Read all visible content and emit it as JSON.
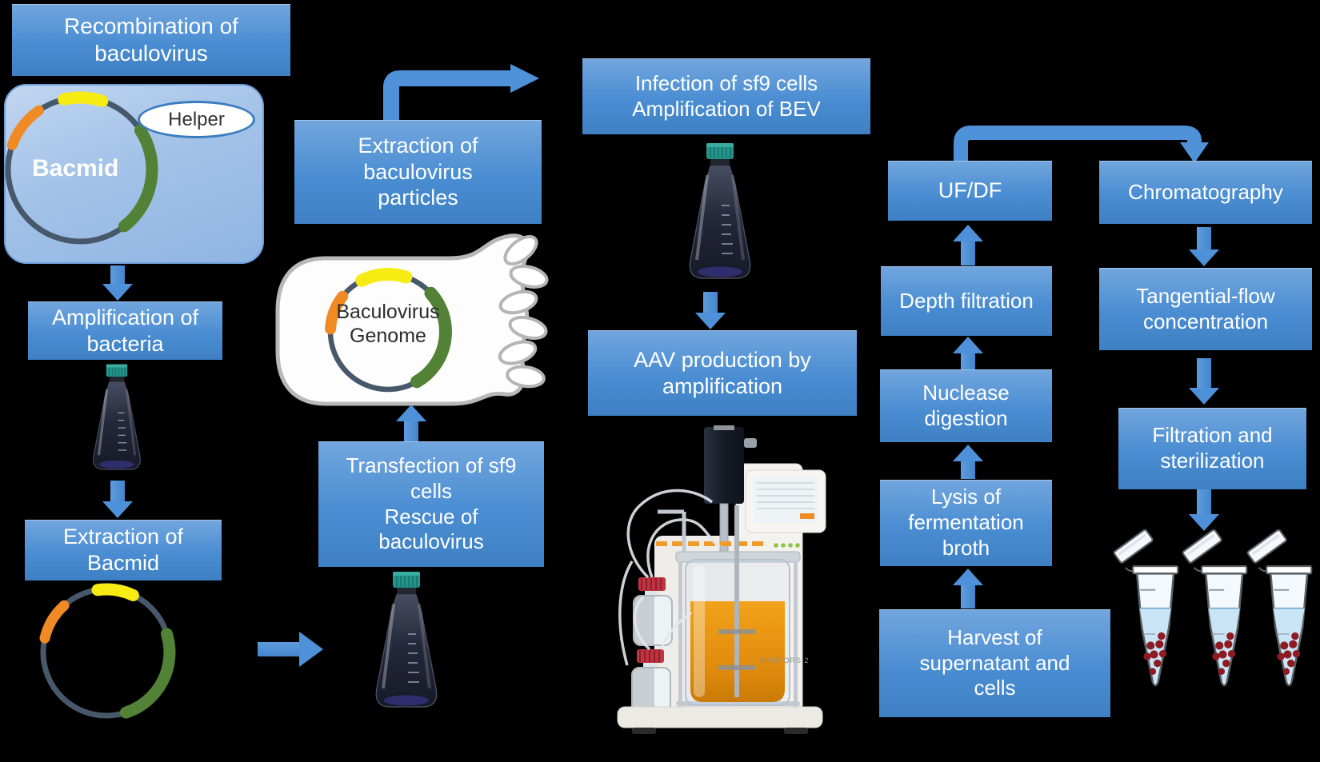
{
  "diagram": {
    "background": "#000000",
    "stages": {
      "recombination": "Recombination of\nbaculovirus",
      "amplification_bacteria": "Amplification of\nbacteria",
      "extraction_bacmid": "Extraction of\nBacmid",
      "extraction_particles": "Extraction of\nbaculovirus\nparticles",
      "transfection": "Transfection of sf9\ncells\nRescue of\nbaculovirus",
      "infection": "Infection of sf9 cells\nAmplification of BEV",
      "aav_production": "AAV production by\namplification",
      "uf_df": "UF/DF",
      "chromatography": "Chromatography",
      "depth_filtration": "Depth filtration",
      "tangential_flow": "Tangential-flow\nconcentration",
      "nuclease_digestion": "Nuclease\ndigestion",
      "filtration_sterilization": "Filtration and\nsterilization",
      "lysis": "Lysis of\nfermentation\nbroth",
      "harvest": "Harvest of\nsupernatant and\ncells"
    },
    "labels": {
      "bacmid": "Bacmid",
      "helper": "Helper",
      "baculovirus_genome": "Baculovirus\nGenome",
      "bioreactor_model": "MINIFORS 2"
    },
    "colors": {
      "box_blue_top": "#6ea4dd",
      "box_blue_bottom": "#3e80c3",
      "arrow_blue": "#4e91d8",
      "panel_blue": "#a3c2e8",
      "plasmid_ring": "#47586b",
      "segment_orange": "#f08a24",
      "segment_yellow": "#f6ec13",
      "segment_green": "#538135",
      "flask_cap_teal": "#23948a",
      "broth_amber": "#e8940e",
      "tube_liquid_blue": "#c9e4f4",
      "pellet_red": "#8e1b24"
    }
  }
}
